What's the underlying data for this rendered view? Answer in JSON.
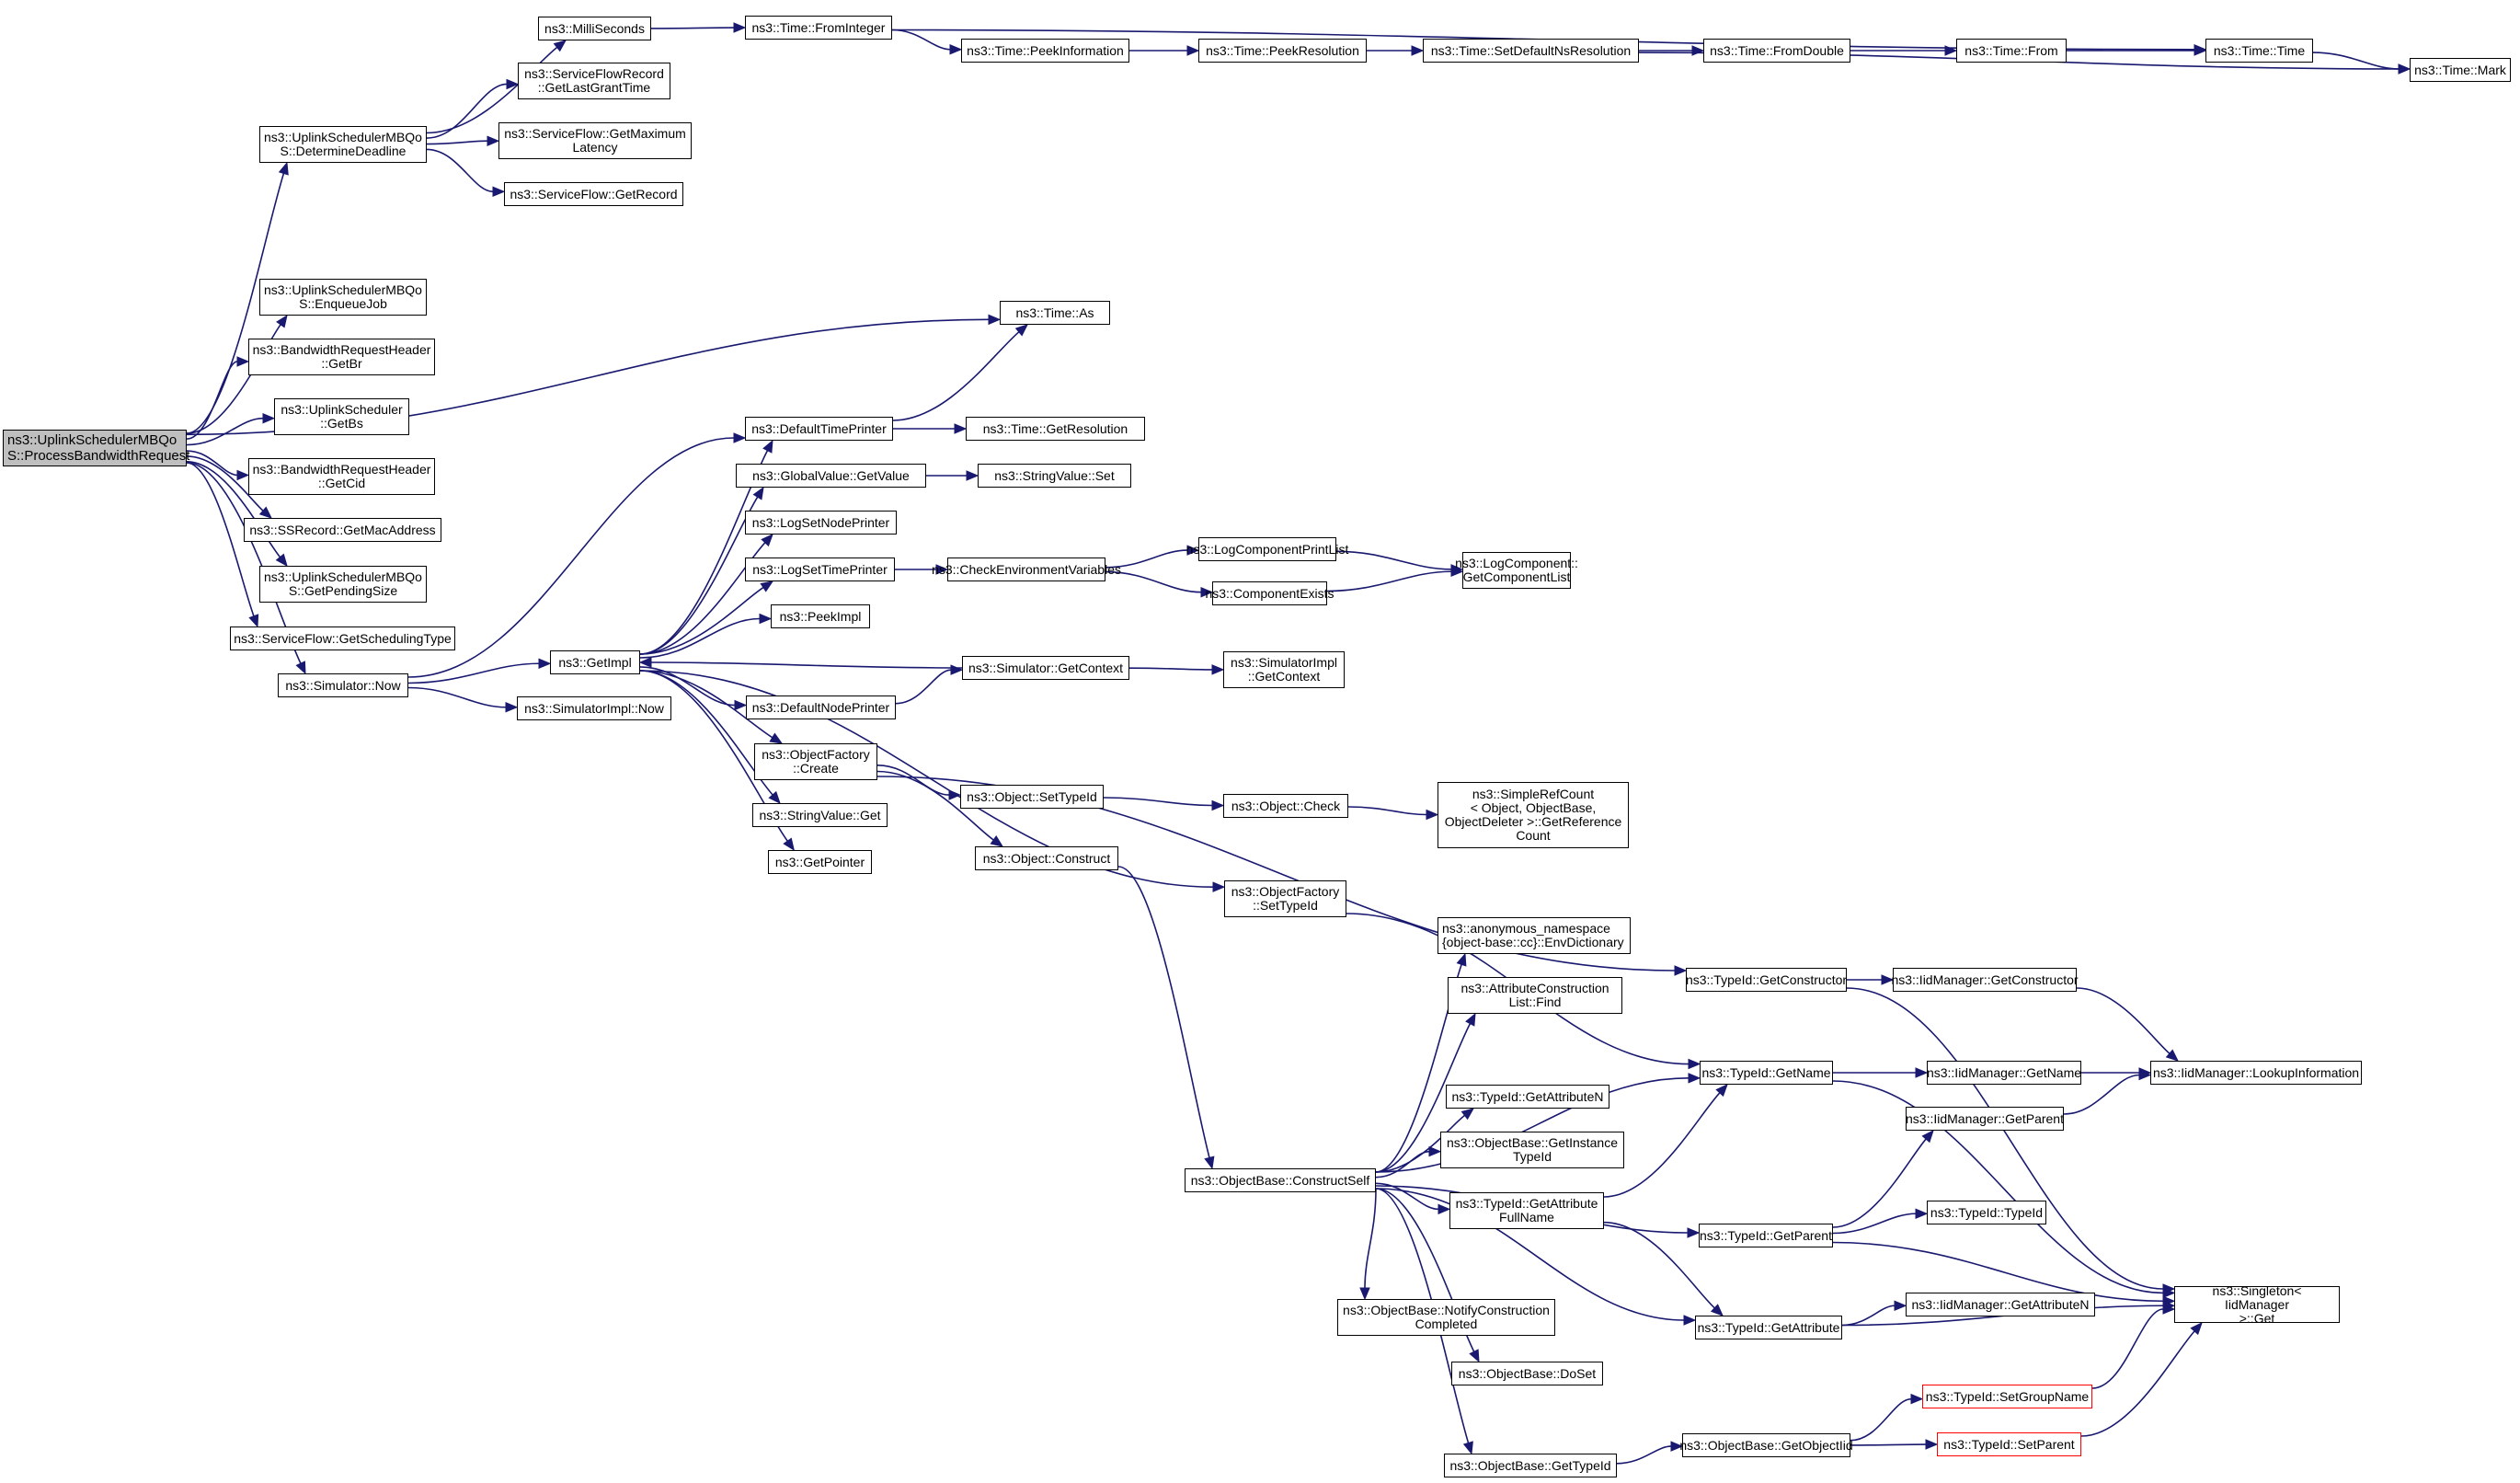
{
  "diagram": {
    "type": "call-graph",
    "edge_color": "#191970",
    "root_fill": "#bfbfbf",
    "missing_node_border": "#ff0000",
    "nodes": {
      "root": "ns3::UplinkSchedulerMBQo\nS::ProcessBandwidthRequest",
      "determineDeadline": "ns3::UplinkSchedulerMBQo\nS::DetermineDeadline",
      "milliSeconds": "ns3::MilliSeconds",
      "getLastGrantTime": "ns3::ServiceFlowRecord\n::GetLastGrantTime",
      "getMaximumLatency": "ns3::ServiceFlow::GetMaximum\nLatency",
      "getRecord": "ns3::ServiceFlow::GetRecord",
      "timeFromInteger": "ns3::Time::FromInteger",
      "peekInformation": "ns3::Time::PeekInformation",
      "peekResolution": "ns3::Time::PeekResolution",
      "setDefaultNsResolution": "ns3::Time::SetDefaultNsResolution",
      "fromDouble": "ns3::Time::FromDouble",
      "timeFrom": "ns3::Time::From",
      "timeTime": "ns3::Time::Time",
      "timeMark": "ns3::Time::Mark",
      "enqueueJob": "ns3::UplinkSchedulerMBQo\nS::EnqueueJob",
      "getBr": "ns3::BandwidthRequestHeader\n::GetBr",
      "getBs": "ns3::UplinkScheduler\n::GetBs",
      "getCid": "ns3::BandwidthRequestHeader\n::GetCid",
      "getMacAddress": "ns3::SSRecord::GetMacAddress",
      "getPendingSize": "ns3::UplinkSchedulerMBQo\nS::GetPendingSize",
      "getSchedulingType": "ns3::ServiceFlow::GetSchedulingType",
      "simulatorNow": "ns3::Simulator::Now",
      "simulatorImplNow": "ns3::SimulatorImpl::Now",
      "timeAs": "ns3::Time::As",
      "getImpl": "ns3::GetImpl",
      "defaultTimePrinter": "ns3::DefaultTimePrinter",
      "timeGetResolution": "ns3::Time::GetResolution",
      "globalValueGetValue": "ns3::GlobalValue::GetValue",
      "stringValueSet": "ns3::StringValue::Set",
      "logSetNodePrinter": "ns3::LogSetNodePrinter",
      "logSetTimePrinter": "ns3::LogSetTimePrinter",
      "checkEnvVars": "ns3::CheckEnvironmentVariables",
      "logComponentPrintList": "ns3::LogComponentPrintList",
      "componentExists": "ns3::ComponentExists",
      "getComponentList": "ns3::LogComponent::\nGetComponentList",
      "peekImpl": "ns3::PeekImpl",
      "simulatorGetContext": "ns3::Simulator::GetContext",
      "simulatorImplGetContext": "ns3::SimulatorImpl\n::GetContext",
      "defaultNodePrinter": "ns3::DefaultNodePrinter",
      "objectFactoryCreate": "ns3::ObjectFactory\n::Create",
      "objectSetTypeId": "ns3::Object::SetTypeId",
      "objectCheck": "ns3::Object::Check",
      "simpleRefCount": "ns3::SimpleRefCount\n< Object, ObjectBase,\nObjectDeleter >::GetReference\nCount",
      "stringValueGet": "ns3::StringValue::Get",
      "getPointer": "ns3::GetPointer",
      "objectConstruct": "ns3::Object::Construct",
      "objectFactorySetTypeId": "ns3::ObjectFactory\n::SetTypeId",
      "envDictionary": "ns3::anonymous_namespace\n{object-base::cc}::EnvDictionary",
      "attrConstructionListFind": "ns3::AttributeConstruction\nList::Find",
      "typeIdGetAttributeN": "ns3::TypeId::GetAttributeN",
      "getInstanceTypeId": "ns3::ObjectBase::GetInstance\nTypeId",
      "constructSelf": "ns3::ObjectBase::ConstructSelf",
      "getAttributeFullName": "ns3::TypeId::GetAttribute\nFullName",
      "notifyConstructionCompleted": "ns3::ObjectBase::NotifyConstruction\nCompleted",
      "doSet": "ns3::ObjectBase::DoSet",
      "objectBaseGetTypeId": "ns3::ObjectBase::GetTypeId",
      "typeIdGetConstructor": "ns3::TypeId::GetConstructor",
      "iidGetConstructor": "ns3::IidManager::GetConstructor",
      "typeIdGetName": "ns3::TypeId::GetName",
      "iidGetName": "ns3::IidManager::GetName",
      "lookupInformation": "ns3::IidManager::LookupInformation",
      "iidGetParent": "ns3::IidManager::GetParent",
      "typeIdGetParent": "ns3::TypeId::GetParent",
      "typeIdTypeId": "ns3::TypeId::TypeId",
      "typeIdGetAttribute": "ns3::TypeId::GetAttribute",
      "iidGetAttributeN": "ns3::IidManager::GetAttributeN",
      "singletonGet": "ns3::Singleton< IidManager\n>::Get",
      "getObjectIid": "ns3::ObjectBase::GetObjectIid",
      "setGroupName": "ns3::TypeId::SetGroupName",
      "setParent": "ns3::TypeId::SetParent"
    },
    "edges": [
      [
        "root",
        "determineDeadline"
      ],
      [
        "root",
        "timeAs"
      ],
      [
        "root",
        "enqueueJob"
      ],
      [
        "root",
        "getBr"
      ],
      [
        "root",
        "getBs"
      ],
      [
        "root",
        "getCid"
      ],
      [
        "root",
        "getMacAddress"
      ],
      [
        "root",
        "getPendingSize"
      ],
      [
        "root",
        "getSchedulingType"
      ],
      [
        "root",
        "simulatorNow"
      ],
      [
        "determineDeadline",
        "milliSeconds"
      ],
      [
        "determineDeadline",
        "getLastGrantTime"
      ],
      [
        "determineDeadline",
        "getMaximumLatency"
      ],
      [
        "determineDeadline",
        "getRecord"
      ],
      [
        "milliSeconds",
        "timeFromInteger"
      ],
      [
        "timeFromInteger",
        "timeTime"
      ],
      [
        "timeFromInteger",
        "peekInformation"
      ],
      [
        "peekInformation",
        "peekResolution"
      ],
      [
        "peekResolution",
        "setDefaultNsResolution"
      ],
      [
        "setDefaultNsResolution",
        "fromDouble"
      ],
      [
        "setDefaultNsResolution",
        "timeMark"
      ],
      [
        "fromDouble",
        "timeFrom"
      ],
      [
        "timeFrom",
        "timeTime"
      ],
      [
        "timeTime",
        "timeMark"
      ],
      [
        "simulatorNow",
        "defaultTimePrinter"
      ],
      [
        "simulatorNow",
        "getImpl"
      ],
      [
        "simulatorNow",
        "simulatorImplNow"
      ],
      [
        "defaultTimePrinter",
        "timeAs"
      ],
      [
        "defaultTimePrinter",
        "timeGetResolution"
      ],
      [
        "getImpl",
        "defaultTimePrinter"
      ],
      [
        "getImpl",
        "globalValueGetValue"
      ],
      [
        "getImpl",
        "logSetNodePrinter"
      ],
      [
        "getImpl",
        "logSetTimePrinter"
      ],
      [
        "getImpl",
        "peekImpl"
      ],
      [
        "getImpl",
        "defaultNodePrinter"
      ],
      [
        "getImpl",
        "objectFactoryCreate"
      ],
      [
        "getImpl",
        "stringValueGet"
      ],
      [
        "getImpl",
        "getPointer"
      ],
      [
        "getImpl",
        "objectFactorySetTypeId"
      ],
      [
        "simulatorGetContext",
        "getImpl"
      ],
      [
        "simulatorGetContext",
        "simulatorImplGetContext"
      ],
      [
        "defaultNodePrinter",
        "simulatorGetContext"
      ],
      [
        "globalValueGetValue",
        "stringValueSet"
      ],
      [
        "logSetTimePrinter",
        "checkEnvVars"
      ],
      [
        "checkEnvVars",
        "logComponentPrintList"
      ],
      [
        "checkEnvVars",
        "componentExists"
      ],
      [
        "logComponentPrintList",
        "getComponentList"
      ],
      [
        "componentExists",
        "getComponentList"
      ],
      [
        "objectFactoryCreate",
        "typeIdGetConstructor"
      ],
      [
        "objectFactoryCreate",
        "objectSetTypeId"
      ],
      [
        "objectFactoryCreate",
        "objectConstruct"
      ],
      [
        "objectSetTypeId",
        "objectCheck"
      ],
      [
        "objectCheck",
        "simpleRefCount"
      ],
      [
        "objectConstruct",
        "constructSelf"
      ],
      [
        "objectFactorySetTypeId",
        "typeIdGetName"
      ],
      [
        "constructSelf",
        "envDictionary"
      ],
      [
        "constructSelf",
        "attrConstructionListFind"
      ],
      [
        "constructSelf",
        "typeIdGetName"
      ],
      [
        "constructSelf",
        "typeIdGetAttributeN"
      ],
      [
        "constructSelf",
        "getInstanceTypeId"
      ],
      [
        "constructSelf",
        "getAttributeFullName"
      ],
      [
        "constructSelf",
        "typeIdGetParent"
      ],
      [
        "constructSelf",
        "notifyConstructionCompleted"
      ],
      [
        "constructSelf",
        "doSet"
      ],
      [
        "constructSelf",
        "typeIdGetAttribute"
      ],
      [
        "constructSelf",
        "objectBaseGetTypeId"
      ],
      [
        "getAttributeFullName",
        "typeIdGetName"
      ],
      [
        "getAttributeFullName",
        "typeIdGetAttribute"
      ],
      [
        "typeIdGetConstructor",
        "iidGetConstructor"
      ],
      [
        "typeIdGetConstructor",
        "singletonGet"
      ],
      [
        "iidGetConstructor",
        "lookupInformation"
      ],
      [
        "typeIdGetName",
        "iidGetName"
      ],
      [
        "typeIdGetName",
        "singletonGet"
      ],
      [
        "iidGetName",
        "lookupInformation"
      ],
      [
        "iidGetParent",
        "lookupInformation"
      ],
      [
        "typeIdGetParent",
        "iidGetParent"
      ],
      [
        "typeIdGetParent",
        "typeIdTypeId"
      ],
      [
        "typeIdGetParent",
        "singletonGet"
      ],
      [
        "typeIdGetAttribute",
        "iidGetAttributeN"
      ],
      [
        "typeIdGetAttribute",
        "singletonGet"
      ],
      [
        "objectBaseGetTypeId",
        "getObjectIid"
      ],
      [
        "getObjectIid",
        "setGroupName"
      ],
      [
        "getObjectIid",
        "setParent"
      ],
      [
        "setGroupName",
        "singletonGet"
      ],
      [
        "setParent",
        "singletonGet"
      ]
    ]
  }
}
